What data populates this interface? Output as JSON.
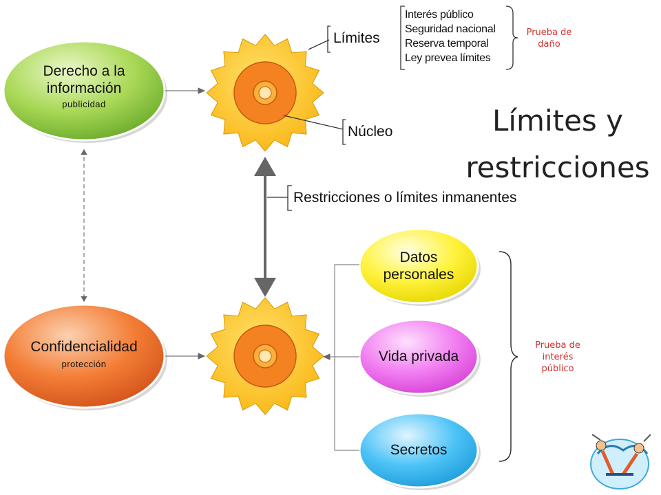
{
  "title": {
    "line1": "Límites y",
    "line2": "restricciones"
  },
  "nodes": {
    "derecho": {
      "title_line1": "Derecho a la",
      "title_line2": "información",
      "sub": "publicidad"
    },
    "confidencialidad": {
      "title": "Confidencialidad",
      "sub": "protección"
    },
    "datos": {
      "line1": "Datos",
      "line2": "personales"
    },
    "vida": {
      "label": "Vida privada"
    },
    "secretos": {
      "label": "Secretos"
    }
  },
  "labels": {
    "limites": "Límites",
    "nucleo": "Núcleo",
    "restricciones": "Restricciones o límites inmanentes"
  },
  "limits_list": [
    "Interés público",
    "Seguridad nacional",
    "Reserva temporal",
    "Ley prevea límites"
  ],
  "tests": {
    "dano": {
      "line1": "Prueba de",
      "line2": "daño"
    },
    "interes": {
      "line1": "Prueba de",
      "line2": "interés",
      "line3": "público"
    }
  },
  "colors": {
    "green": "#8cc63f",
    "orange": "#f26522",
    "yellow": "#fff200",
    "magenta": "#f15bf1",
    "blue": "#29b6f6",
    "gear": "#fdb813",
    "ring": "#f7941d",
    "red_text": "#d0312d"
  }
}
